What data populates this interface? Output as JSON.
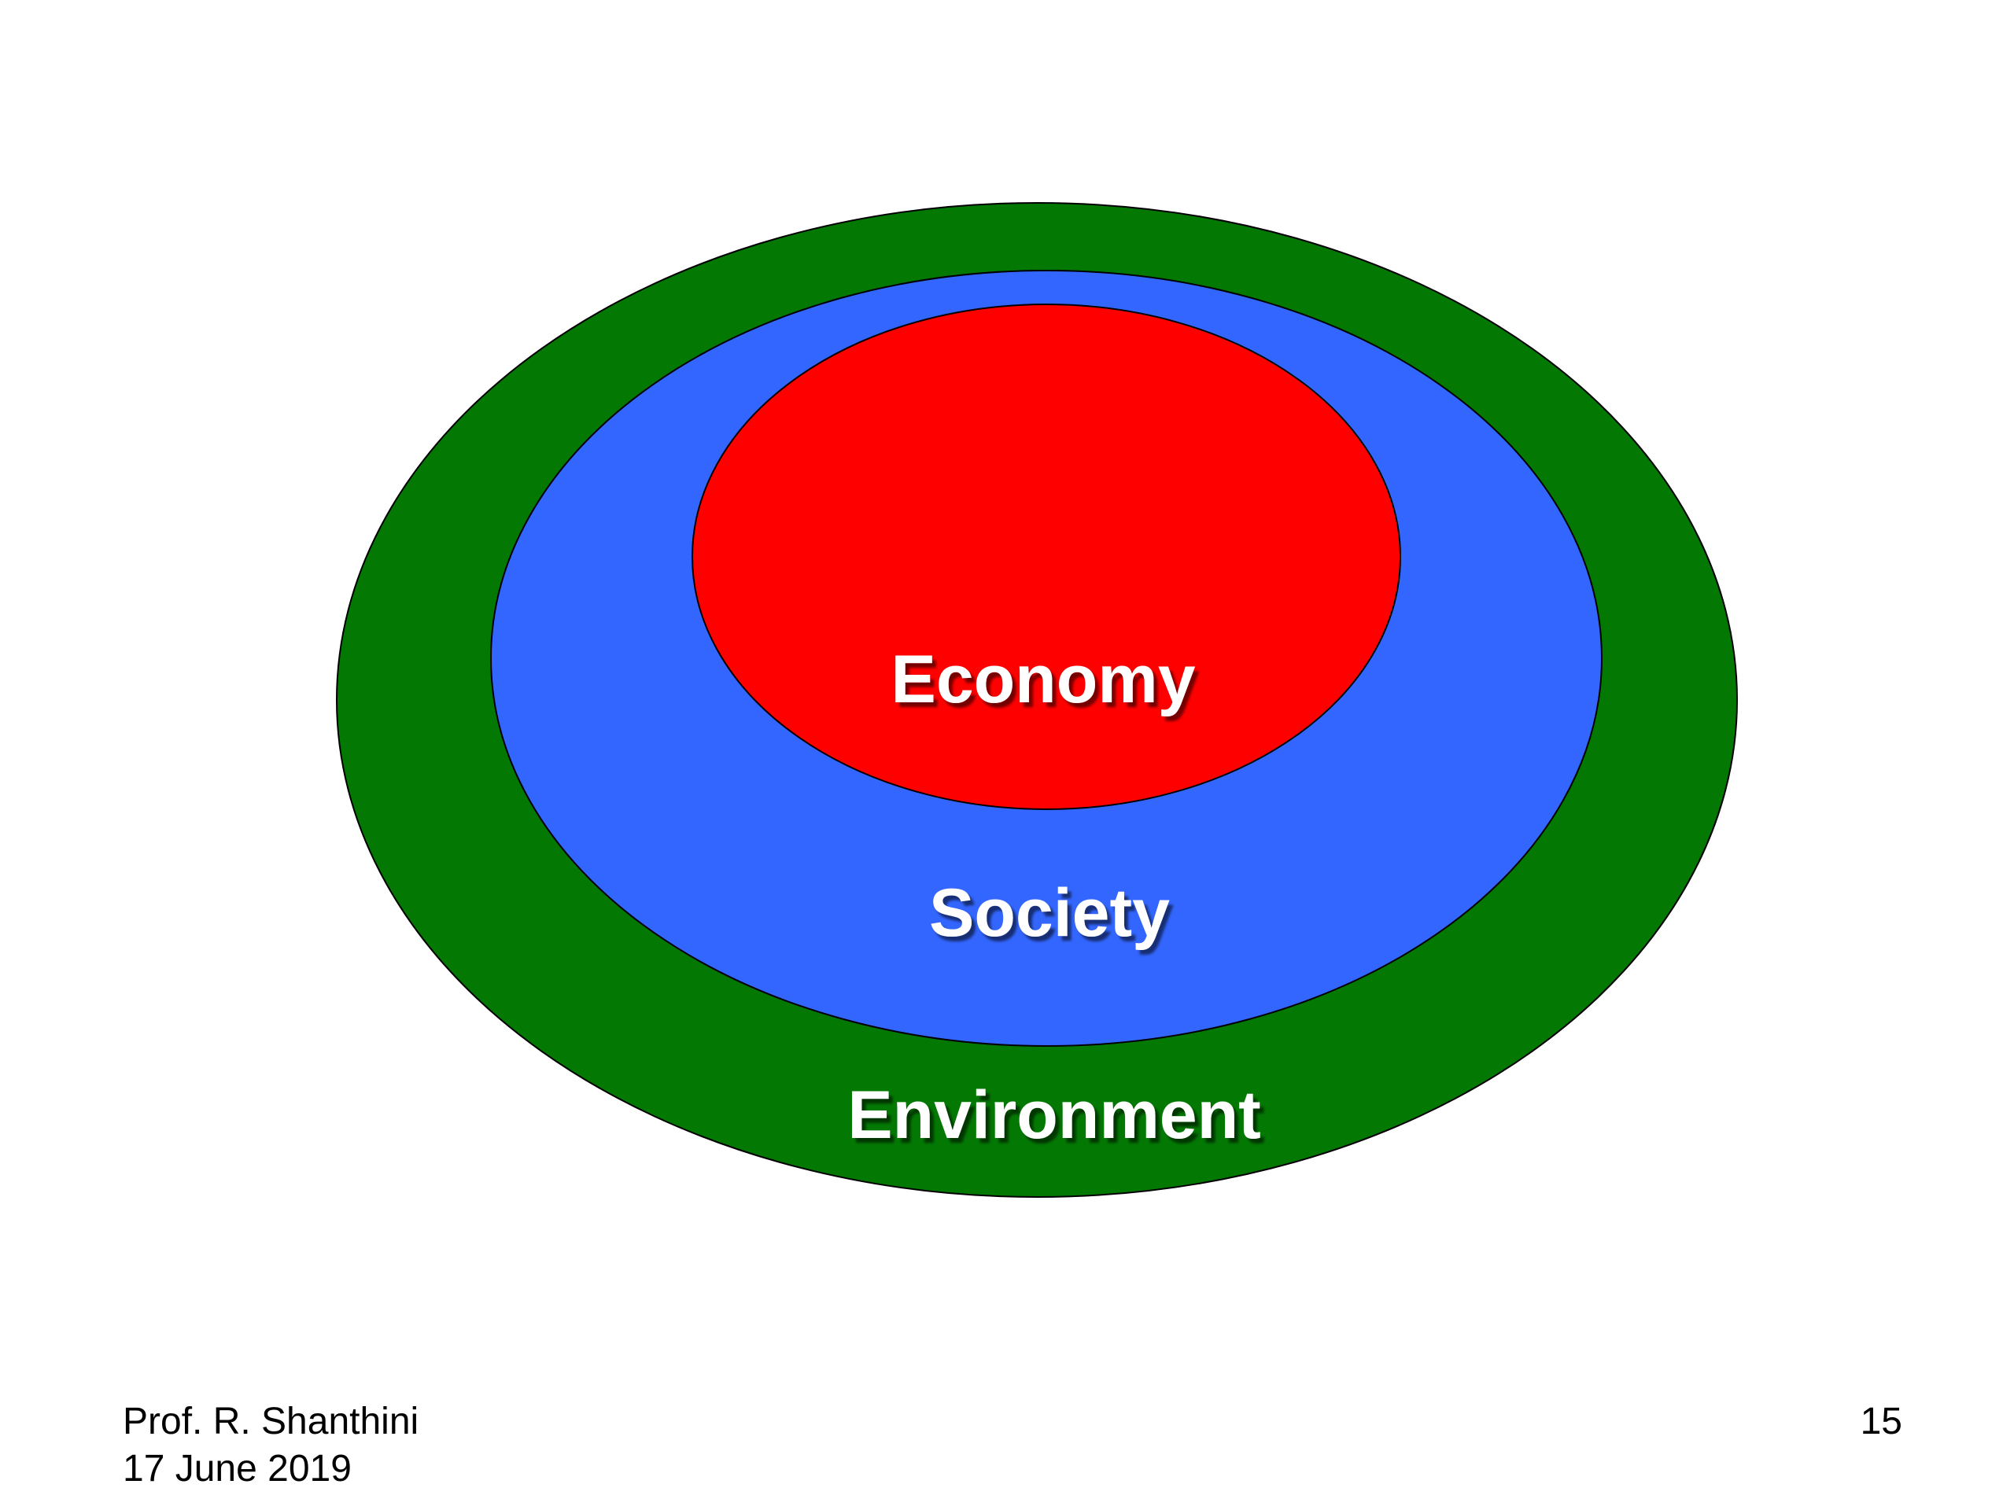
{
  "diagram": {
    "rings": [
      {
        "id": "environment",
        "label": "Environment",
        "color": "#037803"
      },
      {
        "id": "society",
        "label": "Society",
        "color": "#3366FF"
      },
      {
        "id": "economy",
        "label": "Economy",
        "color": "#FF0000"
      }
    ],
    "label_color": "#FFFFFF",
    "outline_color": "#000000"
  },
  "footer": {
    "author": "Prof. R. Shanthini",
    "date": "17 June 2019",
    "page_number": "15"
  }
}
